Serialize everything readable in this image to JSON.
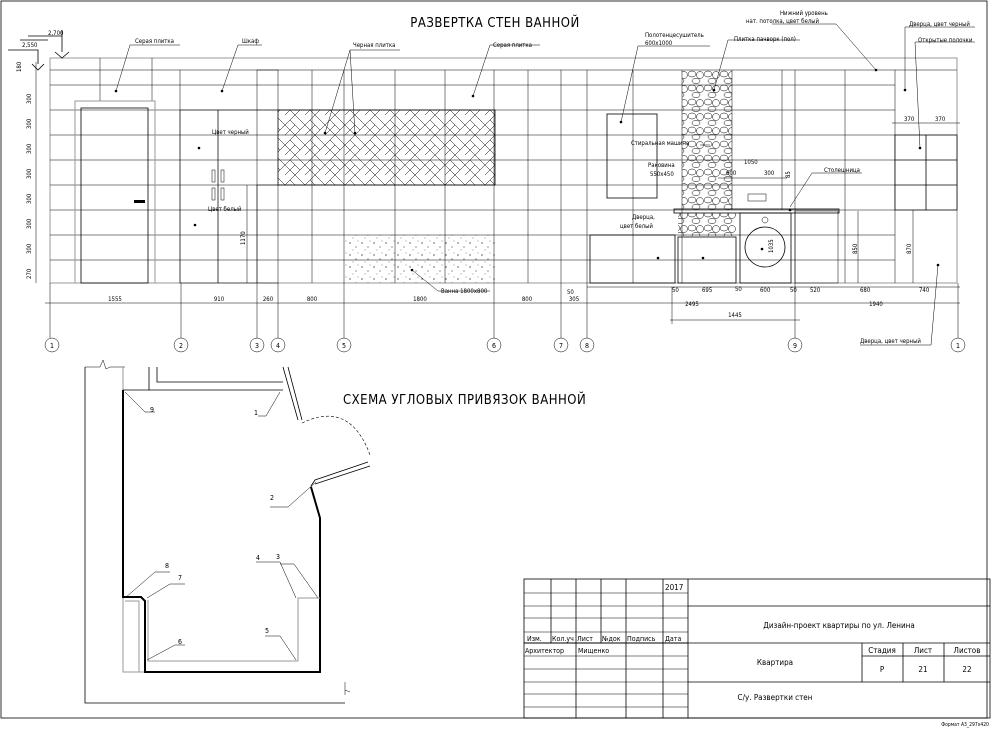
{
  "elevation": {
    "title": "РАЗВЕРТКА СТЕН ВАННОЙ",
    "level_marks": [
      "2,700",
      "2,550"
    ],
    "row_dims": [
      "180",
      "300",
      "300",
      "300",
      "300",
      "300",
      "300",
      "300",
      "270"
    ],
    "labels": {
      "grey_tile_1": "Серая плитка",
      "cabinet": "Шкаф",
      "black_tile": "Черная плитка",
      "grey_tile_2": "Серая плитка",
      "towel_warmer": "Полотенцесушитель",
      "towel_warmer_size": "600x1000",
      "patchwork_tile": "Плитка пачворк (пол)",
      "ceiling_level_1": "Нижний уровень",
      "ceiling_level_2": "нат. потолка, цвет белый",
      "door_black_top": "Дверца, цвет черный",
      "open_shelves": "Открытые полочки",
      "color_black": "Цвет черный",
      "color_white": "Цвет белый",
      "washing_machine": "Стиральная машина",
      "sink": "Раковина",
      "sink_size": "550x450",
      "door_white_1": "Дверца,",
      "door_white_2": "цвет белый",
      "countertop": "Столешница",
      "bathtub": "Ванна 1800x800",
      "door_black_bottom": "Дверца, цвет черный"
    },
    "inner_dims": {
      "cabinet_h": "1170",
      "d1050": "1050",
      "d600": "600",
      "d300": "300",
      "d85": "85",
      "d1035": "1035",
      "d850": "850",
      "d870": "870",
      "d370a": "370",
      "d370b": "370"
    },
    "dims_row1": [
      "50",
      "50",
      "695",
      "50",
      "600",
      "50",
      "520",
      "680",
      "740"
    ],
    "dims_row2": [
      "1555",
      "910",
      "260",
      "800",
      "1800",
      "800",
      "305",
      "2495",
      "1940"
    ],
    "dims_row3": [
      "1445"
    ],
    "axes": [
      "1",
      "2",
      "3",
      "4",
      "5",
      "6",
      "7",
      "8",
      "9",
      "1"
    ]
  },
  "scheme": {
    "title": "СХЕМА УГЛОВЫХ ПРИВЯЗОК ВАННОЙ",
    "corners": [
      "1",
      "2",
      "3",
      "4",
      "5",
      "6",
      "7",
      "8",
      "9"
    ]
  },
  "title_block": {
    "year": "2017",
    "headers": [
      "Изм.",
      "Кол.уч",
      "Лист",
      "№док",
      "Подпись",
      "Дата"
    ],
    "role": "Архитектор",
    "name": "Мищенко",
    "project": "Дизайн-проект квартиры по ул. Ленина",
    "object": "Квартира",
    "sheet_title": "С/у. Развертки стен",
    "stage_label": "Стадия",
    "sheet_label": "Лист",
    "sheets_label": "Листов",
    "stage": "Р",
    "sheet": "21",
    "sheets": "22",
    "format": "Формат А3_297х420"
  }
}
